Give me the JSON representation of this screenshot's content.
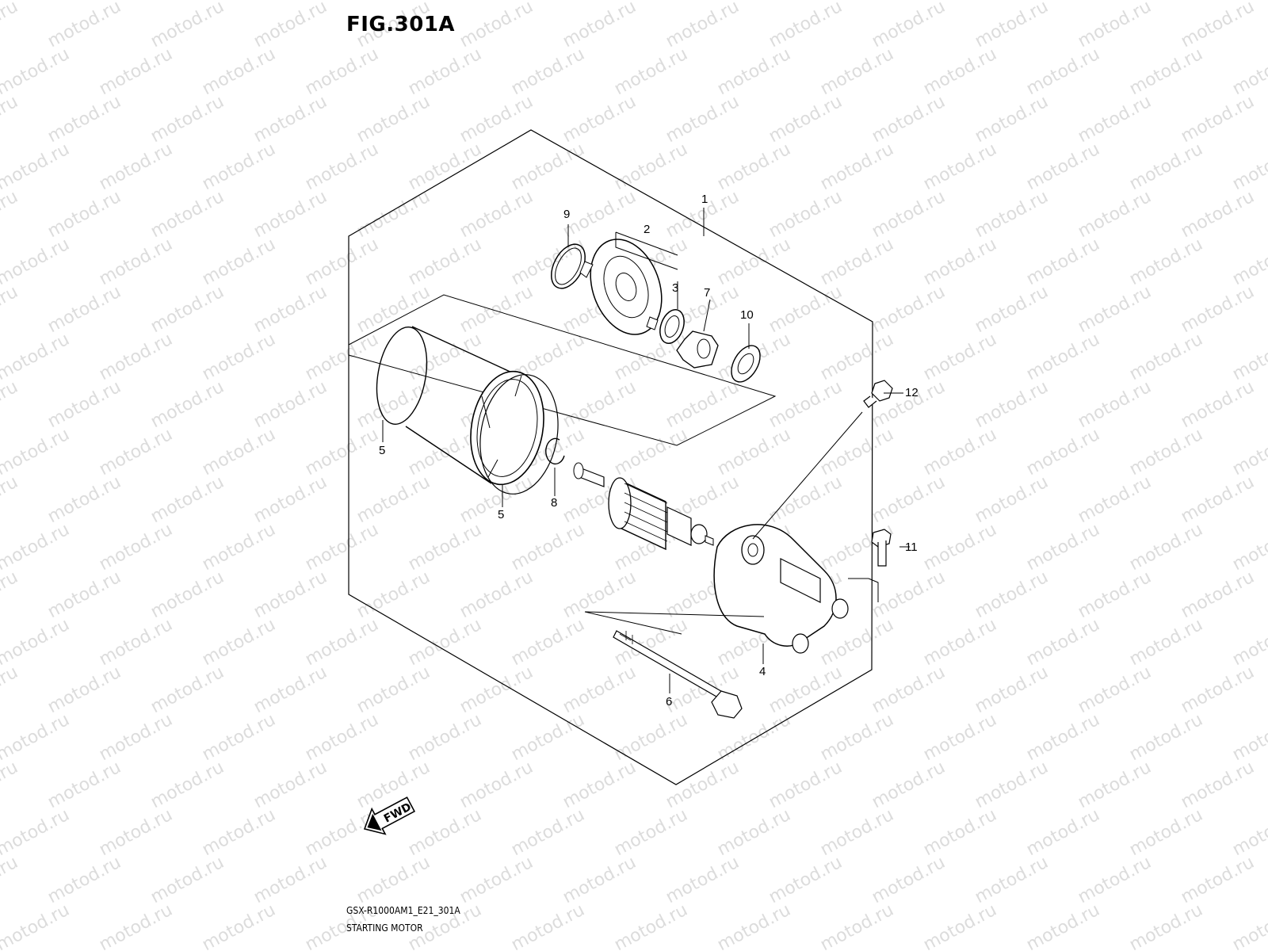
{
  "figure": {
    "title": "FIG.301A",
    "code": "GSX-R1000AM1_E21_301A",
    "name": "STARTING MOTOR"
  },
  "watermark": {
    "text": "motod.ru",
    "color": "#dcdcdc"
  },
  "direction_badge": {
    "label": "FWD"
  },
  "callouts": [
    "1",
    "2",
    "3",
    "4",
    "5",
    "5",
    "6",
    "7",
    "8",
    "9",
    "10",
    "11",
    "12"
  ],
  "colors": {
    "line": "#000000",
    "background": "#ffffff"
  }
}
